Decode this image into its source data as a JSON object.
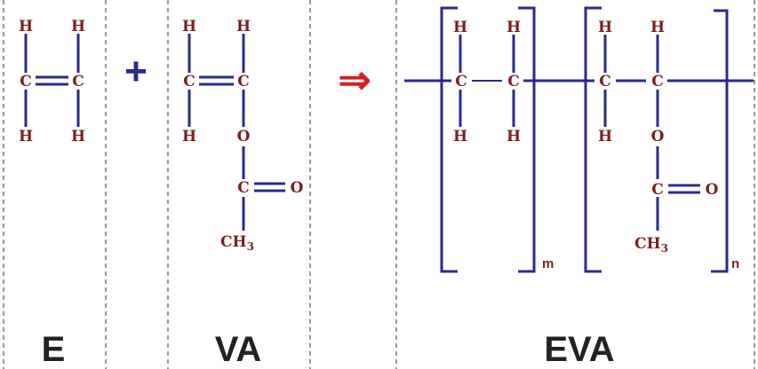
{
  "colors": {
    "atom": "#7a1f1f",
    "bond": "#2a2a8c",
    "arrow": "#d42020",
    "divider": "#999999",
    "label": "#222222"
  },
  "atoms": {
    "hydrogen": "H",
    "carbon": "C",
    "oxygen": "O",
    "methyl": "CH",
    "methyl_sub": "3"
  },
  "operators": {
    "plus": "+",
    "arrow": "⇒"
  },
  "panels": {
    "ethylene": {
      "label": "E"
    },
    "vinyl_acetate": {
      "label": "VA"
    },
    "eva": {
      "label": "EVA",
      "repeat_index_1": "m",
      "repeat_index_2": "n"
    }
  }
}
